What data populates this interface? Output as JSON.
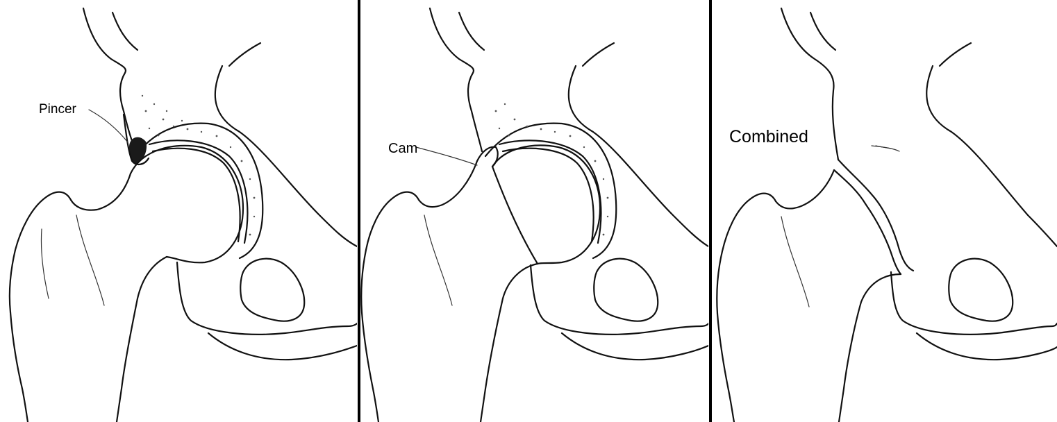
{
  "panels": [
    {
      "id": "pincer",
      "label": "Pincer"
    },
    {
      "id": "cam",
      "label": "Cam"
    },
    {
      "id": "combined",
      "label": "Combined"
    }
  ],
  "colors": {
    "line": "#111111",
    "background": "#ffffff",
    "stipple": "#555555",
    "lesion": "#1a1a1a"
  }
}
